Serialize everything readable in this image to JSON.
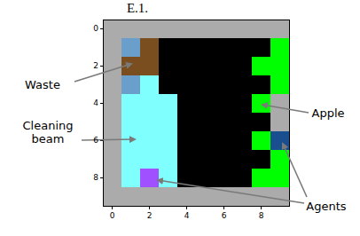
{
  "diagram": {
    "labels": [
      "E.1.",
      "Waste",
      "Cleaning beam",
      "Apple",
      "Agents",
      "0",
      "2",
      "4",
      "6",
      "8",
      "0",
      "2",
      "4",
      "6",
      "8"
    ]
  }
}
